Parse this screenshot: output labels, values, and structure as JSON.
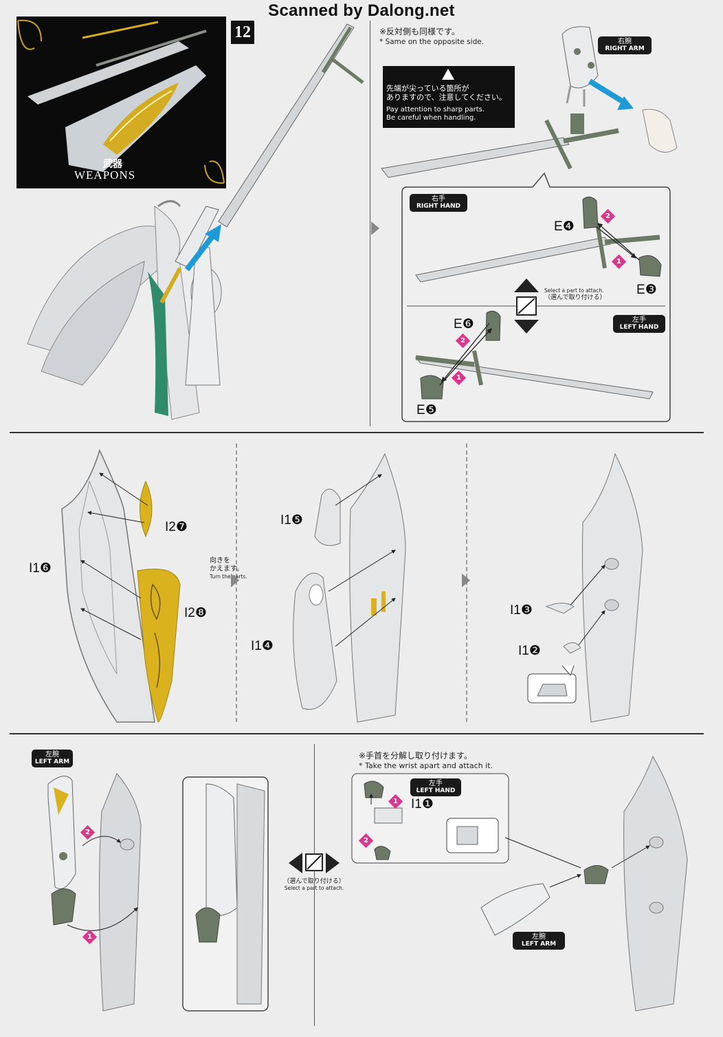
{
  "watermark": "Scanned by Dalong.net",
  "step": {
    "number": "12",
    "category_jp": "武器",
    "category_en": "WEAPONS"
  },
  "top_right": {
    "note_jp": "※反対側も同様です。",
    "note_en": "* Same on the opposite side.",
    "caution_jp": "先端が尖っている箇所が\nありますので、注意してください。",
    "caution_en": "Pay attention to sharp parts.\nBe careful when handling.",
    "right_arm_jp": "右腕",
    "right_arm_en": "RIGHT ARM",
    "right_hand_jp": "右手",
    "right_hand_en": "RIGHT HAND",
    "left_hand_jp": "左手",
    "left_hand_en": "LEFT HAND",
    "select_en": "Select a part to attach.",
    "select_jp": "（選んで取り付ける）",
    "parts": {
      "e4": {
        "letter": "E",
        "num": "❹"
      },
      "e3": {
        "letter": "E",
        "num": "❸"
      },
      "e6": {
        "letter": "E",
        "num": "❻"
      },
      "e5": {
        "letter": "E",
        "num": "❺"
      }
    }
  },
  "middle": {
    "parts": {
      "i27": {
        "letter": "I2",
        "num": "❼"
      },
      "i28": {
        "letter": "I2",
        "num": "❽"
      },
      "i16": {
        "letter": "I1",
        "num": "❻"
      },
      "i15": {
        "letter": "I1",
        "num": "❺"
      },
      "i14": {
        "letter": "I1",
        "num": "❹"
      },
      "i13": {
        "letter": "I1",
        "num": "❸"
      },
      "i12": {
        "letter": "I1",
        "num": "❷"
      }
    },
    "turn_jp": "向きを\nかえます。",
    "turn_en": "Turn the parts."
  },
  "bottom": {
    "left_arm_jp": "左腕",
    "left_arm_en": "LEFT ARM",
    "select_jp": "（選んで取り付ける）",
    "select_en": "Select a part to attach.",
    "wrist_jp": "※手首を分解し取り付けます。",
    "wrist_en": "* Take the wrist apart and attach it.",
    "left_hand_jp": "左手",
    "left_hand_en": "LEFT HAND",
    "part_i11": {
      "letter": "I1",
      "num": "❶"
    },
    "left_arm2_jp": "左腕",
    "left_arm2_en": "LEFT ARM"
  },
  "steps": [
    "1",
    "2"
  ],
  "colors": {
    "accent_blue": "#1e9bd6",
    "pink": "#d6388b",
    "gold": "#d9b21d",
    "dark_green": "#6c7a65"
  }
}
